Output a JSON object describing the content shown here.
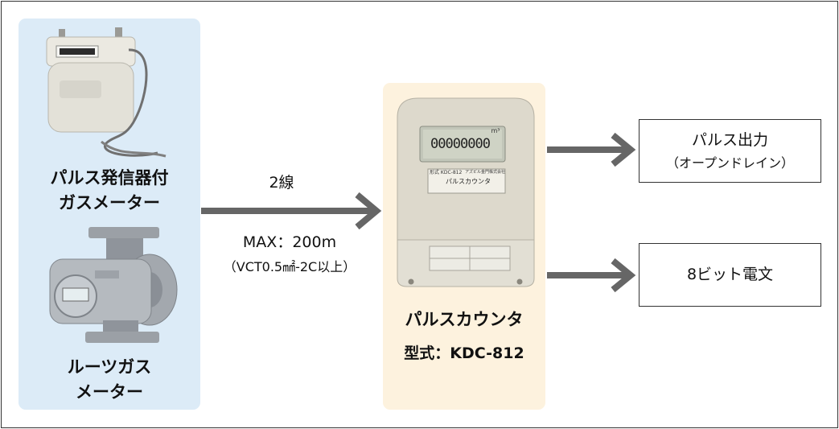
{
  "left_panel": {
    "gas_meter_label_line1": "パルス発信器付",
    "gas_meter_label_line2": "ガスメーター",
    "roots_meter_label_line1": "ルーツガス",
    "roots_meter_label_line2": "メーター"
  },
  "wire": {
    "count_label": "2線",
    "max_label": "MAX：200m",
    "cable_label": "（VCT0.5㎟-2C以上）"
  },
  "counter": {
    "name": "パルスカウンタ",
    "model": "型式：KDC-812",
    "display_value": "00000000",
    "display_unit": "m³",
    "plate_model": "形式 KDC-812",
    "plate_title": "パルスカウンタ",
    "plate_maker": "アズビル金門株式会社"
  },
  "outputs": {
    "pulse_line1": "パルス出力",
    "pulse_line2": "（オープンドレイン）",
    "serial": "8ビット電文"
  },
  "colors": {
    "left_panel_bg": "#dcebf7",
    "center_panel_bg": "#fdf2de",
    "arrow": "#666666"
  }
}
